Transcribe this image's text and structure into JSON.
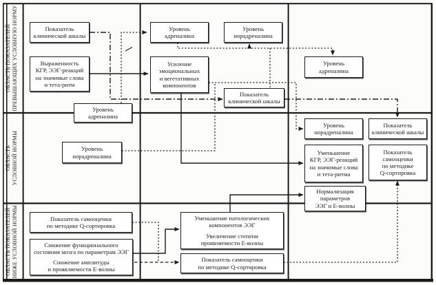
{
  "colors": {
    "ink": "#1b1b1b",
    "paper": "#fcfcfa"
  },
  "diagram": {
    "bands": [
      {
        "label": "ОБЛАСТЬ ПОКАЗАТЕЛЕЙ\nПРЕВЫШАЮЩИХ УСЛОВНУЮ НОРМУ"
      },
      {
        "label": "ОБЛАСТЬ\nУСЛОВНОЙ НОРМЫ"
      },
      {
        "label": "ОБЛАСТЬ ПОКАЗАТЕЛЕЙ\nНИЖЕ УСЛОВНОЙ НОРМЫ"
      }
    ],
    "boxes": {
      "clinical_scale_1": "Показатель\nклинической шкалы",
      "kgr_expression": "Выраженность\nКГР, ЭЭГ-реакций\nна значимые слова\nи тета-ритм",
      "adrenaline_1": "Уровень\nадреналина",
      "noradrenaline_1": "Уровень\nнорадреналина",
      "emotional_increase": "Усиление\nэмоциональных\nи вегетативных\nкомпонентов",
      "clinical_scale_2": "Показатель\nклинической шкалы",
      "adrenaline_2": "Уровень\nадреналина",
      "adrenaline_3": "Уровень\nадреналина",
      "noradrenaline_2": "Уровень\nнорадреналина",
      "noradrenaline_3": "Уровень\nнорадреналина",
      "clinical_scale_3": "Показатель\nклинической шкалы",
      "kgr_decrease": "Уменьшение\nКГР, ЭЭГ-реакций\nна значимые слова\nи тета-ритма",
      "qsort_1": "Показатель\nсамооценки\nпо методике\nQ-сортировка",
      "normalization": "Нормализация\nпараметров\nЭЭГ и Е-волны",
      "qsort_2": "Показатель самооценки\nпо методике Q-сортировка",
      "brain_decrease_p1": "Снижение функционального\nсостояния мозга по параметрам ЭЭГ",
      "brain_decrease_p2": "Снижение амплитуды\nи проявляемости Е-волны",
      "eeg_improvement_p1": "Уменьшение патологических\nкомпонентов ЭЭГ",
      "eeg_improvement_p2": "Увеличение степени\nпроявляемости Е-волны",
      "qsort_3": "Показатель самооценки\nпо методике Q-сортировка"
    }
  }
}
